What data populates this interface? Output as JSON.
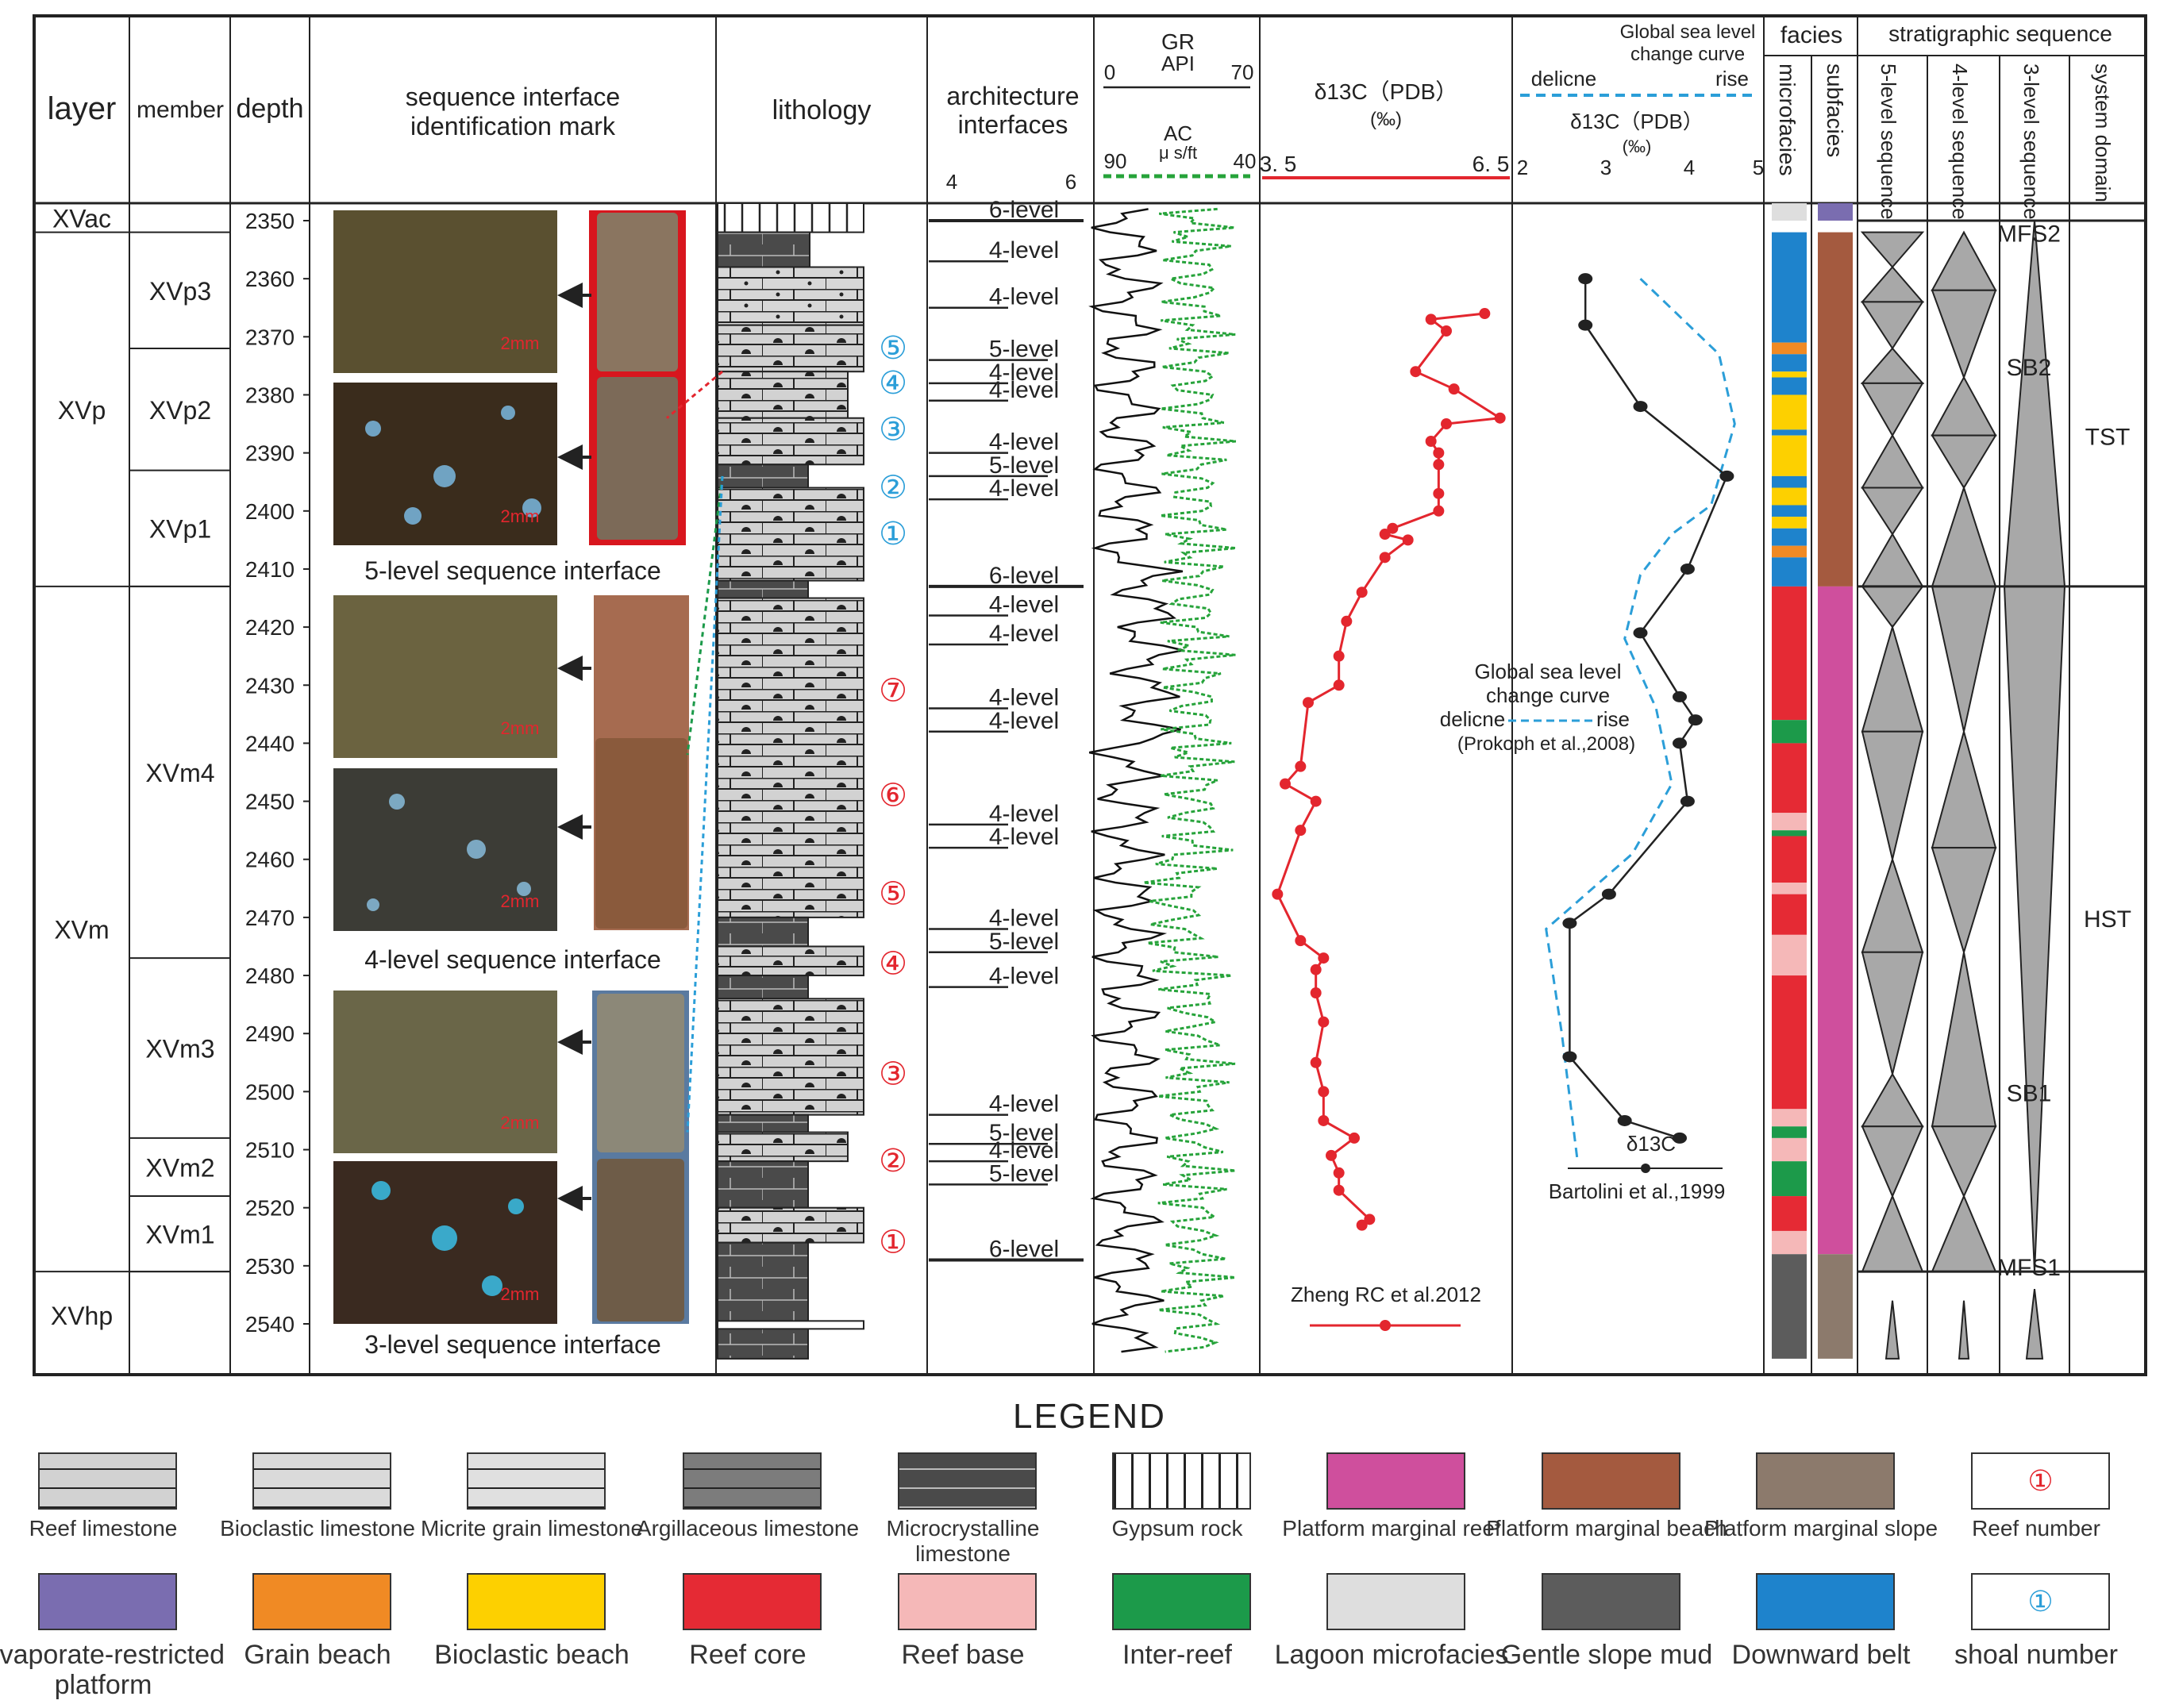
{
  "headers": {
    "layer": "layer",
    "member": "member",
    "depth": "depth",
    "seq_mark_1": "sequence interface",
    "seq_mark_2": "identification mark",
    "lithology": "lithology",
    "arch_1": "architecture",
    "arch_2": "interfaces",
    "arch_min": "4",
    "arch_max": "6",
    "gr": "GR",
    "gr_unit": "API",
    "gr_min": "0",
    "gr_max": "70",
    "ac": "AC",
    "ac_unit": "μ s/ft",
    "ac_min": "90",
    "ac_max": "40",
    "d13c": "δ13C（PDB）",
    "d13c_unit": "(‰)",
    "d13c_min": "3. 5",
    "d13c_max": "6. 5",
    "gsl_1": "Global sea level",
    "gsl_2": "change curve",
    "gsl_decline": "delicne",
    "gsl_rise": "rise",
    "gsl_d13c": "δ13C（PDB）",
    "gsl_unit": "(‰)",
    "gsl_ticks": [
      "2",
      "3",
      "4",
      "5"
    ],
    "facies": "facies",
    "microfacies": "microfacies",
    "subfacies": "subfacies",
    "strat": "stratigraphic sequence",
    "seq5": "5-level sequence",
    "seq4": "4-level sequence",
    "seq3": "3-level sequence",
    "sysdomain": "system domain"
  },
  "layers": [
    {
      "name": "XVac",
      "top": 2347,
      "bottom": 2352
    },
    {
      "name": "XVp",
      "top": 2352,
      "bottom": 2413
    },
    {
      "name": "XVm",
      "top": 2413,
      "bottom": 2531
    },
    {
      "name": "XVhp",
      "top": 2531,
      "bottom": 2546
    }
  ],
  "members": [
    {
      "name": "XVp3",
      "top": 2352,
      "bottom": 2372
    },
    {
      "name": "XVp2",
      "top": 2372,
      "bottom": 2393
    },
    {
      "name": "XVp1",
      "top": 2393,
      "bottom": 2413
    },
    {
      "name": "XVm4",
      "top": 2413,
      "bottom": 2477
    },
    {
      "name": "XVm3",
      "top": 2477,
      "bottom": 2508
    },
    {
      "name": "XVm2",
      "top": 2508,
      "bottom": 2518
    },
    {
      "name": "XVm1",
      "top": 2518,
      "bottom": 2531
    }
  ],
  "depth_ticks": [
    "2350",
    "2360",
    "2370",
    "2380",
    "2390",
    "2400",
    "2410",
    "2420",
    "2430",
    "2440",
    "2450",
    "2460",
    "2470",
    "2480",
    "2490",
    "2500",
    "2510",
    "2520",
    "2530",
    "2540"
  ],
  "interface_captions": [
    "5-level sequence interface",
    "4-level sequence interface",
    "3-level sequence interface"
  ],
  "scale_bar": "2mm",
  "architecture": [
    {
      "label": "6-level",
      "depth": 2350
    },
    {
      "label": "4-level",
      "depth": 2357
    },
    {
      "label": "4-level",
      "depth": 2365
    },
    {
      "label": "5-level",
      "depth": 2374
    },
    {
      "label": "4-level",
      "depth": 2378
    },
    {
      "label": "4-level",
      "depth": 2381
    },
    {
      "label": "4-level",
      "depth": 2390
    },
    {
      "label": "5-level",
      "depth": 2394
    },
    {
      "label": "4-level",
      "depth": 2398
    },
    {
      "label": "6-level",
      "depth": 2413
    },
    {
      "label": "4-level",
      "depth": 2418
    },
    {
      "label": "4-level",
      "depth": 2423
    },
    {
      "label": "4-level",
      "depth": 2434
    },
    {
      "label": "4-level",
      "depth": 2438
    },
    {
      "label": "4-level",
      "depth": 2454
    },
    {
      "label": "4-level",
      "depth": 2458
    },
    {
      "label": "4-level",
      "depth": 2472
    },
    {
      "label": "5-level",
      "depth": 2476
    },
    {
      "label": "4-level",
      "depth": 2482
    },
    {
      "label": "4-level",
      "depth": 2504
    },
    {
      "label": "5-level",
      "depth": 2509
    },
    {
      "label": "4-level",
      "depth": 2512
    },
    {
      "label": "5-level",
      "depth": 2516
    },
    {
      "label": "6-level",
      "depth": 2529
    }
  ],
  "reef_numbers": [
    {
      "label": "⑦",
      "depth": 2431
    },
    {
      "label": "⑥",
      "depth": 2449
    },
    {
      "label": "⑤",
      "depth": 2466
    },
    {
      "label": "④",
      "depth": 2478
    },
    {
      "label": "③",
      "depth": 2497
    },
    {
      "label": "②",
      "depth": 2512
    },
    {
      "label": "①",
      "depth": 2526
    }
  ],
  "shoal_numbers": [
    {
      "label": "⑤",
      "depth": 2372
    },
    {
      "label": "④",
      "depth": 2378
    },
    {
      "label": "③",
      "depth": 2386
    },
    {
      "label": "②",
      "depth": 2396
    },
    {
      "label": "①",
      "depth": 2404
    }
  ],
  "chart_data": [
    {
      "type": "line",
      "title": "δ13C（PDB）",
      "series": [
        {
          "name": "Zheng RC et al.2012",
          "points": [
            [
              6.4,
              2366
            ],
            [
              5.7,
              2367
            ],
            [
              5.9,
              2369
            ],
            [
              5.5,
              2376
            ],
            [
              6.0,
              2379
            ],
            [
              6.6,
              2384
            ],
            [
              5.9,
              2385
            ],
            [
              5.7,
              2388
            ],
            [
              5.8,
              2390
            ],
            [
              5.8,
              2392
            ],
            [
              5.8,
              2397
            ],
            [
              5.8,
              2400
            ],
            [
              5.2,
              2403
            ],
            [
              5.1,
              2404
            ],
            [
              5.4,
              2405
            ],
            [
              5.1,
              2408
            ],
            [
              4.8,
              2414
            ],
            [
              4.6,
              2419
            ],
            [
              4.5,
              2425
            ],
            [
              4.5,
              2430
            ],
            [
              4.1,
              2433
            ],
            [
              4.0,
              2444
            ],
            [
              3.8,
              2447
            ],
            [
              4.2,
              2450
            ],
            [
              4.0,
              2455
            ],
            [
              3.7,
              2466
            ],
            [
              4.0,
              2474
            ],
            [
              4.3,
              2477
            ],
            [
              4.2,
              2479
            ],
            [
              4.2,
              2483
            ],
            [
              4.3,
              2488
            ],
            [
              4.2,
              2495
            ],
            [
              4.3,
              2500
            ],
            [
              4.3,
              2505
            ],
            [
              4.7,
              2508
            ],
            [
              4.4,
              2511
            ],
            [
              4.5,
              2514
            ],
            [
              4.5,
              2517
            ],
            [
              4.9,
              2522
            ],
            [
              4.8,
              2523
            ]
          ]
        }
      ],
      "xlim": [
        3.5,
        6.5
      ],
      "source": "Zheng RC et al.2012"
    },
    {
      "type": "line",
      "title": "δ13C（PDB）",
      "series": [
        {
          "name": "δ13C",
          "points": [
            [
              2.8,
              2360
            ],
            [
              2.8,
              2368
            ],
            [
              3.5,
              2382
            ],
            [
              4.6,
              2394
            ],
            [
              4.1,
              2410
            ],
            [
              3.5,
              2421
            ],
            [
              4.0,
              2432
            ],
            [
              4.2,
              2436
            ],
            [
              4.0,
              2440
            ],
            [
              4.1,
              2450
            ],
            [
              3.1,
              2466
            ],
            [
              2.6,
              2471
            ],
            [
              2.6,
              2494
            ],
            [
              3.3,
              2505
            ],
            [
              4.0,
              2508
            ]
          ]
        },
        {
          "name": "Global sea level change curve",
          "points": [
            [
              3.5,
              2360
            ],
            [
              4.5,
              2373
            ],
            [
              4.7,
              2385
            ],
            [
              4.4,
              2399
            ],
            [
              3.9,
              2404
            ],
            [
              3.5,
              2411
            ],
            [
              3.3,
              2422
            ],
            [
              3.7,
              2434
            ],
            [
              3.9,
              2447
            ],
            [
              3.4,
              2459
            ],
            [
              2.3,
              2472
            ],
            [
              2.5,
              2490
            ],
            [
              2.7,
              2512
            ]
          ]
        }
      ],
      "xlim": [
        2,
        5
      ],
      "ticks": [
        "2",
        "3",
        "4",
        "5"
      ],
      "annotation": [
        "Global sea level",
        "change curve",
        "delicne",
        "rise",
        "(Prokoph et al.,2008)"
      ],
      "bottom_label": "δ13C",
      "source": "Bartolini et al.,1999"
    }
  ],
  "microfacies": [
    {
      "facies": "lagoon",
      "top": 2347,
      "bottom": 2350
    },
    {
      "facies": "downward_belt",
      "top": 2352,
      "bottom": 2371
    },
    {
      "facies": "grain_beach",
      "top": 2371,
      "bottom": 2373
    },
    {
      "facies": "downward_belt",
      "top": 2373,
      "bottom": 2376
    },
    {
      "facies": "bioclastic_beach",
      "top": 2376,
      "bottom": 2377
    },
    {
      "facies": "downward_belt",
      "top": 2377,
      "bottom": 2380
    },
    {
      "facies": "bioclastic_beach",
      "top": 2380,
      "bottom": 2386
    },
    {
      "facies": "downward_belt",
      "top": 2386,
      "bottom": 2387
    },
    {
      "facies": "bioclastic_beach",
      "top": 2387,
      "bottom": 2394
    },
    {
      "facies": "downward_belt",
      "top": 2394,
      "bottom": 2396
    },
    {
      "facies": "bioclastic_beach",
      "top": 2396,
      "bottom": 2399
    },
    {
      "facies": "downward_belt",
      "top": 2399,
      "bottom": 2401
    },
    {
      "facies": "bioclastic_beach",
      "top": 2401,
      "bottom": 2403
    },
    {
      "facies": "downward_belt",
      "top": 2403,
      "bottom": 2406
    },
    {
      "facies": "grain_beach",
      "top": 2406,
      "bottom": 2408
    },
    {
      "facies": "downward_belt",
      "top": 2408,
      "bottom": 2413
    },
    {
      "facies": "reef_core",
      "top": 2413,
      "bottom": 2436
    },
    {
      "facies": "inter_reef",
      "top": 2436,
      "bottom": 2440
    },
    {
      "facies": "reef_core",
      "top": 2440,
      "bottom": 2452
    },
    {
      "facies": "reef_base",
      "top": 2452,
      "bottom": 2455
    },
    {
      "facies": "inter_reef",
      "top": 2455,
      "bottom": 2456
    },
    {
      "facies": "reef_core",
      "top": 2456,
      "bottom": 2464
    },
    {
      "facies": "reef_base",
      "top": 2464,
      "bottom": 2466
    },
    {
      "facies": "reef_core",
      "top": 2466,
      "bottom": 2473
    },
    {
      "facies": "reef_base",
      "top": 2473,
      "bottom": 2480
    },
    {
      "facies": "reef_core",
      "top": 2480,
      "bottom": 2503
    },
    {
      "facies": "reef_base",
      "top": 2503,
      "bottom": 2506
    },
    {
      "facies": "inter_reef",
      "top": 2506,
      "bottom": 2508
    },
    {
      "facies": "reef_base",
      "top": 2508,
      "bottom": 2512
    },
    {
      "facies": "inter_reef",
      "top": 2512,
      "bottom": 2518
    },
    {
      "facies": "reef_core",
      "top": 2518,
      "bottom": 2524
    },
    {
      "facies": "reef_base",
      "top": 2524,
      "bottom": 2528
    },
    {
      "facies": "gentle_slope_mud",
      "top": 2528,
      "bottom": 2546
    }
  ],
  "subfacies": [
    {
      "facies": "evaporate",
      "top": 2347,
      "bottom": 2350
    },
    {
      "facies": "pm_beach",
      "top": 2352,
      "bottom": 2413
    },
    {
      "facies": "pm_reef",
      "top": 2413,
      "bottom": 2528
    },
    {
      "facies": "pm_slope",
      "top": 2528,
      "bottom": 2546
    }
  ],
  "sequence_marks": [
    "MFS2",
    "SB2",
    "SB1",
    "MFS1"
  ],
  "system_domains": [
    "TST",
    "HST"
  ],
  "legend": {
    "title": "LEGEND",
    "rows": [
      [
        "Reef limestone",
        "Bioclastic limestone",
        "Micrite grain limestone",
        "Argillaceous limestone",
        "Microcrystalline limestone",
        "Gypsum rock",
        "Platform marginal reef",
        "Platform marginal beach",
        "Platform marginal slope",
        "Reef number"
      ],
      [
        "Evaporate-restricted platform",
        "Grain beach",
        "Bioclastic beach",
        "Reef core",
        "Reef base",
        "Inter-reef",
        "Lagoon microfacies",
        "Gentle slope mud",
        "Downward belt",
        "shoal number"
      ]
    ],
    "reef_number_symbol": "①",
    "shoal_number_symbol": "①"
  },
  "colors": {
    "lagoon": "#dedede",
    "evaporate": "#7a6db0",
    "downward_belt": "#1e83cc",
    "grain_beach": "#f08a24",
    "bioclastic_beach": "#fdd000",
    "reef_core": "#e52a34",
    "reef_base": "#f5b8b8",
    "inter_reef": "#1c9a4a",
    "gentle_slope_mud": "#5c5c5c",
    "pm_reef": "#cf4f9d",
    "pm_beach": "#a45a3f",
    "pm_slope": "#8c7a6c",
    "red_curve": "#e3262e",
    "gr_curve": "#111111",
    "ac_curve": "#26a33a",
    "blue_dash": "#2b9ed8",
    "shoal_num": "#2b9ed8",
    "reef_num": "#e3262e"
  }
}
